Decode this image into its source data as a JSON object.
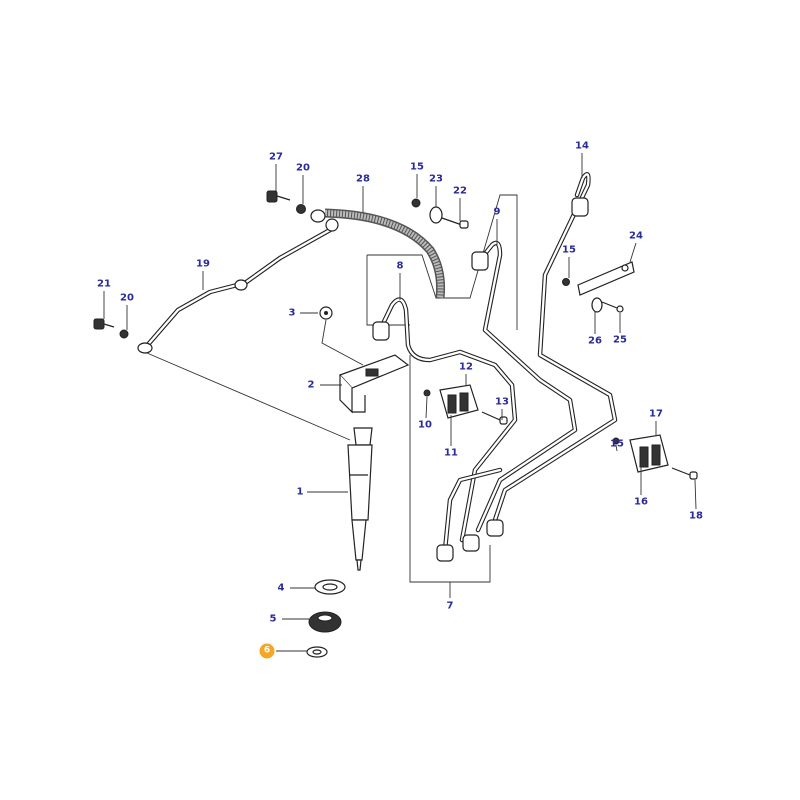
{
  "diagram": {
    "title": "Fuel injector and injection pipes exploded view",
    "highlight_color": "#f5a623",
    "label_color": "#2a2a9a",
    "callouts": [
      {
        "id": "c27",
        "text": "27"
      },
      {
        "id": "c20a",
        "text": "20"
      },
      {
        "id": "c28",
        "text": "28"
      },
      {
        "id": "c15a",
        "text": "15"
      },
      {
        "id": "c23",
        "text": "23"
      },
      {
        "id": "c22",
        "text": "22"
      },
      {
        "id": "c14",
        "text": "14"
      },
      {
        "id": "c9",
        "text": "9"
      },
      {
        "id": "c24",
        "text": "24"
      },
      {
        "id": "c8",
        "text": "8"
      },
      {
        "id": "c15b",
        "text": "15"
      },
      {
        "id": "c21",
        "text": "21"
      },
      {
        "id": "c20b",
        "text": "20"
      },
      {
        "id": "c19",
        "text": "19"
      },
      {
        "id": "c3",
        "text": "3"
      },
      {
        "id": "c26",
        "text": "26"
      },
      {
        "id": "c25",
        "text": "25"
      },
      {
        "id": "c2",
        "text": "2"
      },
      {
        "id": "c12",
        "text": "12"
      },
      {
        "id": "c13",
        "text": "13"
      },
      {
        "id": "c10",
        "text": "10"
      },
      {
        "id": "c11",
        "text": "11"
      },
      {
        "id": "c17",
        "text": "17"
      },
      {
        "id": "c1",
        "text": "1"
      },
      {
        "id": "c15c",
        "text": "15"
      },
      {
        "id": "c16",
        "text": "16"
      },
      {
        "id": "c18",
        "text": "18"
      },
      {
        "id": "c7",
        "text": "7"
      },
      {
        "id": "c4",
        "text": "4"
      },
      {
        "id": "c5",
        "text": "5"
      },
      {
        "id": "c6",
        "text": "6",
        "highlighted": true
      }
    ]
  }
}
